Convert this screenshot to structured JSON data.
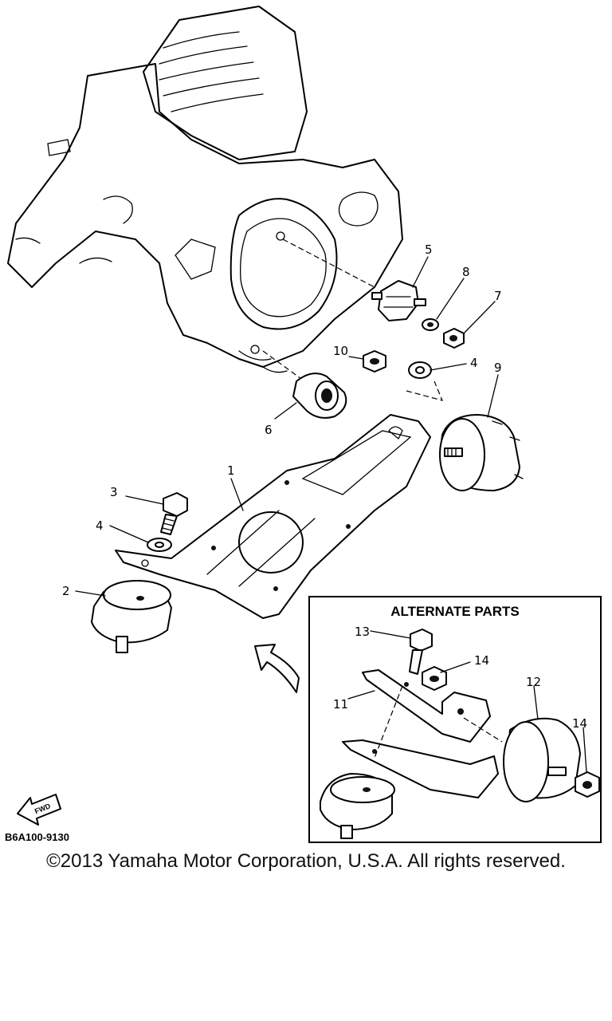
{
  "diagram_code": "B6A100-9130",
  "fwd_label": "FWD",
  "inset_title": "ALTERNATE PARTS",
  "callouts": {
    "c1": "1",
    "c2": "2",
    "c3": "3",
    "c4a": "4",
    "c4b": "4",
    "c5": "5",
    "c6": "6",
    "c7": "7",
    "c8": "8",
    "c9": "9",
    "c10": "10",
    "c11": "11",
    "c12": "12",
    "c13": "13",
    "c14a": "14",
    "c14b": "14"
  },
  "copyright": "©2013 Yamaha Motor Corporation, U.S.A. All rights reserved."
}
